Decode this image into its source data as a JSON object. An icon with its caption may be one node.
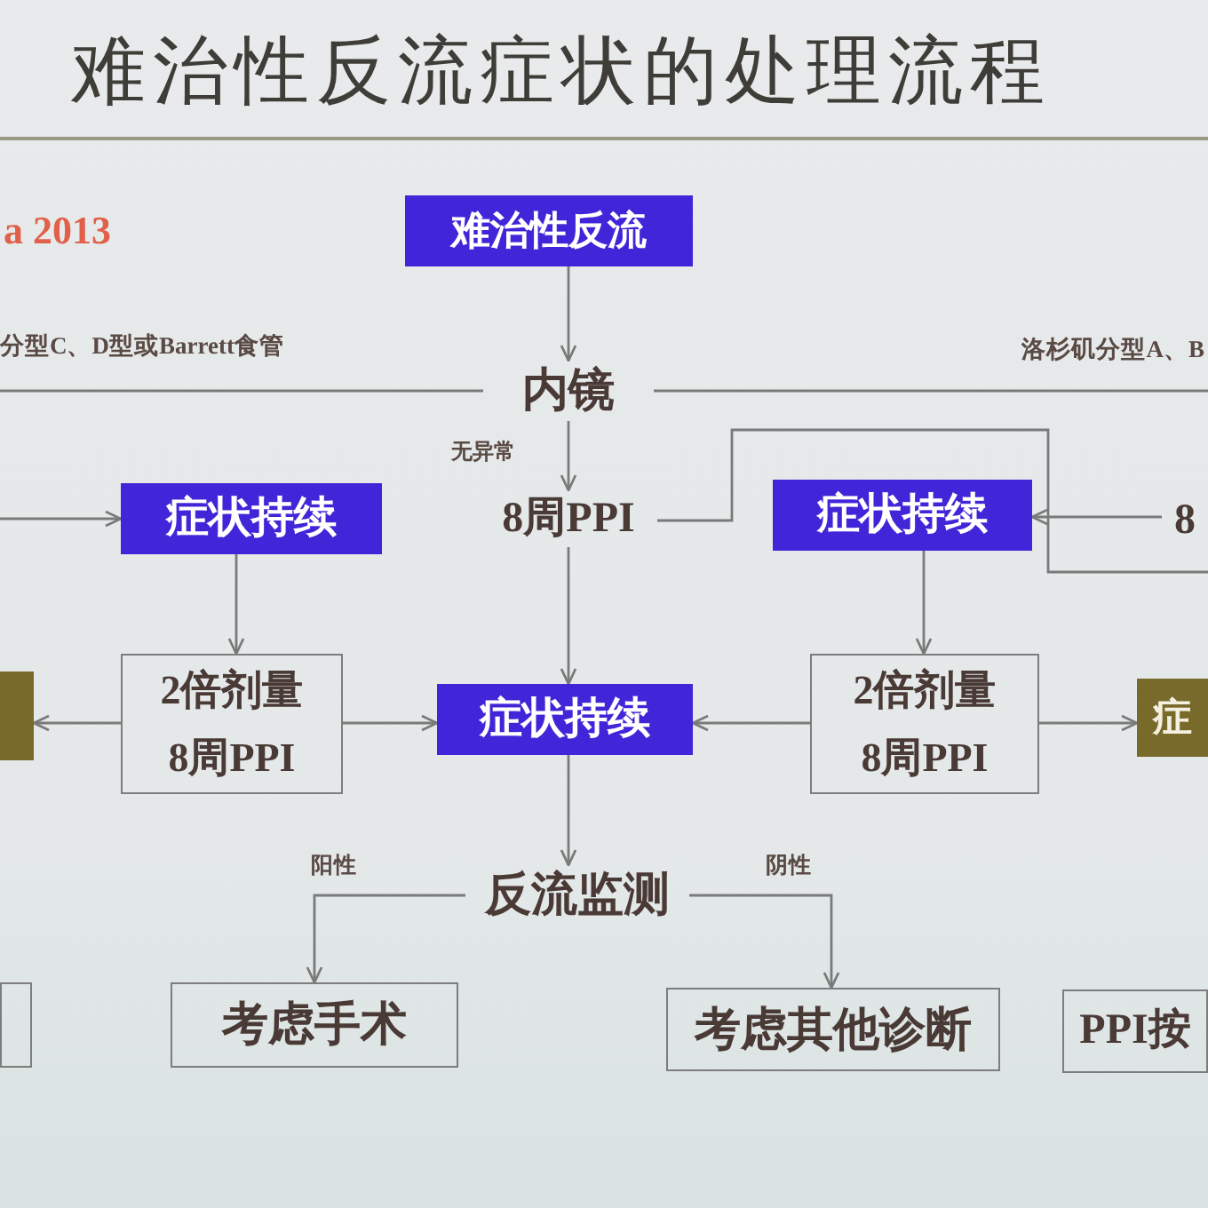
{
  "diagram": {
    "title": "难治性反流症状的处理流程",
    "nodes": [
      {
        "text": [
          "难治性反流"
        ]
      },
      {
        "text": [
          "内镜"
        ]
      },
      {
        "text": [
          "症状持续"
        ]
      },
      {
        "text": [
          "8周PPI"
        ]
      },
      {
        "text": [
          "症状持续"
        ]
      },
      {
        "text": [
          "8"
        ]
      },
      {
        "text": [],
        "shape": "box"
      },
      {
        "text": [
          "2倍剂量8周PPI"
        ]
      },
      {
        "text": [
          "症状持续"
        ]
      },
      {
        "text": [
          "2倍剂量8周PPI"
        ]
      },
      {
        "text": [
          "症"
        ]
      },
      {
        "text": [
          "反流监测"
        ]
      },
      {
        "text": [],
        "shape": "box"
      },
      {
        "text": [
          "考虑手术"
        ]
      },
      {
        "text": [
          "考虑其他诊断"
        ]
      },
      {
        "text": [
          "PPI按"
        ]
      }
    ],
    "edges": [
      {
        "from": 0,
        "to": 1,
        "arrow": "to"
      },
      {
        "from": 1,
        "to": null,
        "arrow": "none",
        "label": "分型C、D型或Barrett食管"
      },
      {
        "from": 1,
        "to": null,
        "arrow": "none",
        "label": "洛杉矶分型A、B"
      },
      {
        "from": 1,
        "to": 3,
        "arrow": "to",
        "label": "无异常"
      },
      {
        "from": null,
        "to": 2,
        "arrow": "to"
      },
      {
        "from": 3,
        "to": null,
        "arrow": "none"
      },
      {
        "from": 5,
        "to": 4,
        "arrow": "to"
      },
      {
        "from": 2,
        "to": 7,
        "arrow": "to"
      },
      {
        "from": 3,
        "to": 8,
        "arrow": "to"
      },
      {
        "from": 4,
        "to": 9,
        "arrow": "to"
      },
      {
        "from": 7,
        "to": 6,
        "arrow": "to"
      },
      {
        "from": 7,
        "to": 8,
        "arrow": "to"
      },
      {
        "from": 9,
        "to": 8,
        "arrow": "to"
      },
      {
        "from": 9,
        "to": 10,
        "arrow": "to"
      },
      {
        "from": 8,
        "to": 11,
        "arrow": "to"
      },
      {
        "from": 11,
        "to": 13,
        "arrow": "to",
        "label": "阳性"
      },
      {
        "from": 11,
        "to": 14,
        "arrow": "to",
        "label": "阴性"
      }
    ],
    "labels": [
      "a 2013"
    ]
  }
}
